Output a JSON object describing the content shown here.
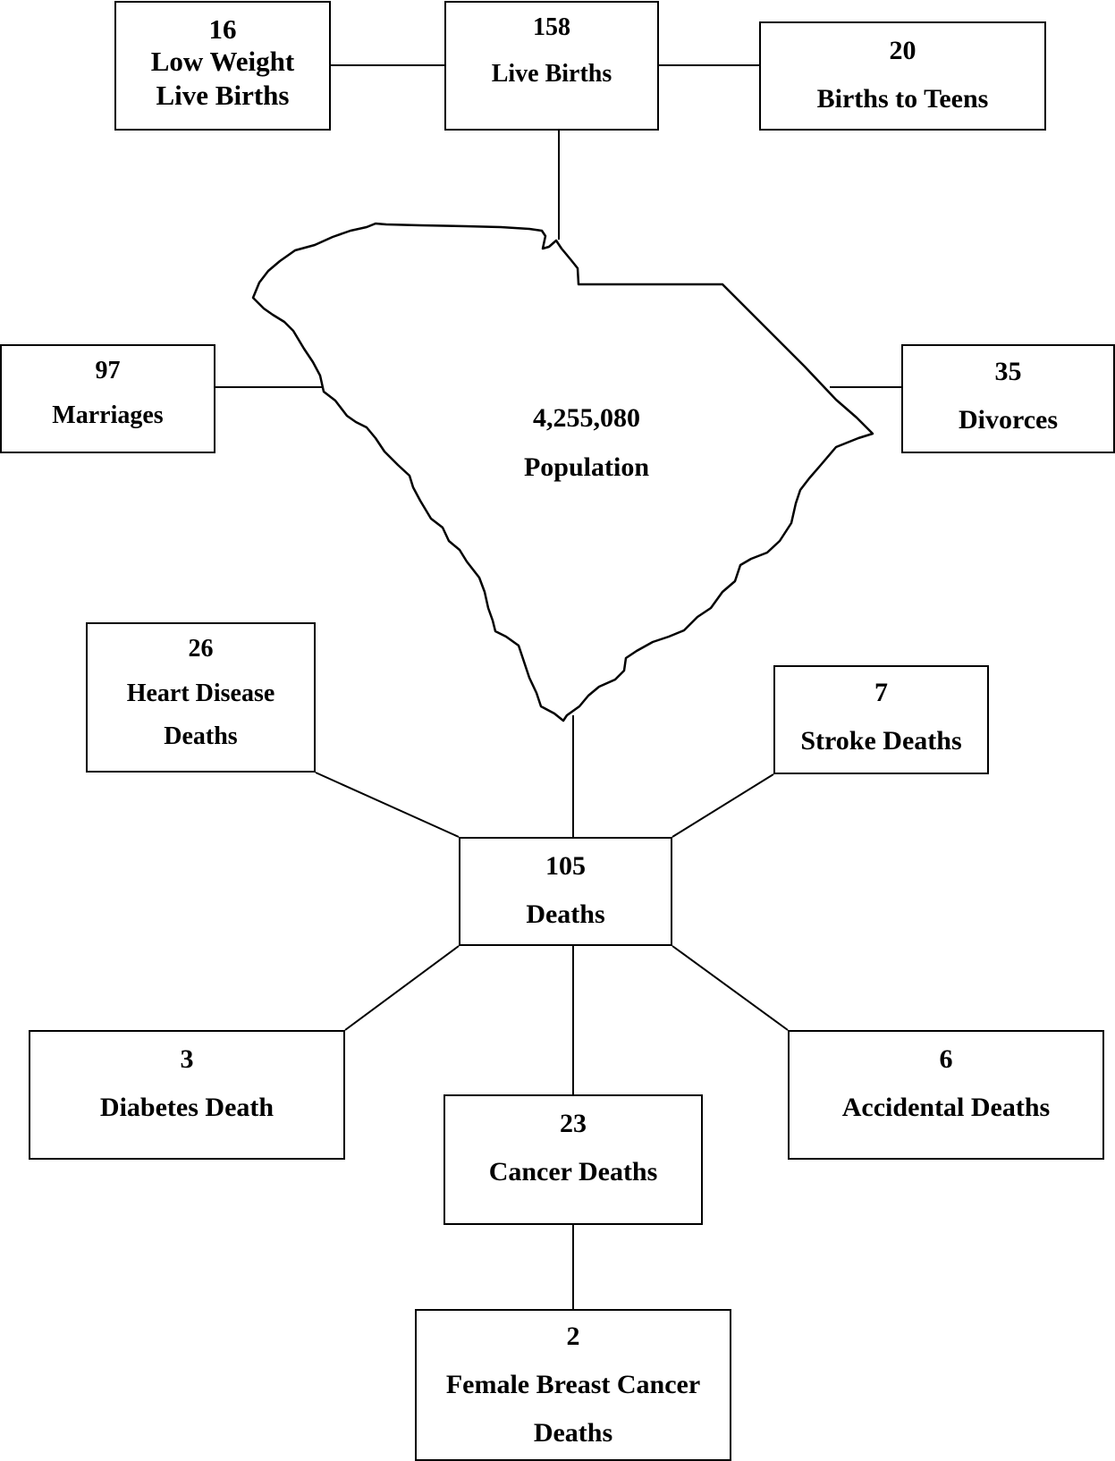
{
  "population": {
    "value": "4,255,080",
    "label": "Population"
  },
  "low_weight": {
    "value": "16",
    "label_line1": "Low Weight",
    "label_line2": "Live Births"
  },
  "live_births": {
    "value": "158",
    "label": "Live Births"
  },
  "births_teens": {
    "value": "20",
    "label": "Births to Teens"
  },
  "marriages": {
    "value": "97",
    "label": "Marriages"
  },
  "divorces": {
    "value": "35",
    "label": "Divorces"
  },
  "heart_disease": {
    "value": "26",
    "label_line1": "Heart Disease",
    "label_line2": "Deaths"
  },
  "stroke": {
    "value": "7",
    "label": "Stroke Deaths"
  },
  "deaths": {
    "value": "105",
    "label": "Deaths"
  },
  "diabetes": {
    "value": "3",
    "label": "Diabetes Death"
  },
  "cancer": {
    "value": "23",
    "label": "Cancer Deaths"
  },
  "accidental": {
    "value": "6",
    "label": "Accidental Deaths"
  },
  "breast_cancer": {
    "value": "2",
    "label_line1": "Female Breast Cancer",
    "label_line2": "Deaths"
  },
  "map": {
    "region_icon": "state-outline-icon"
  }
}
